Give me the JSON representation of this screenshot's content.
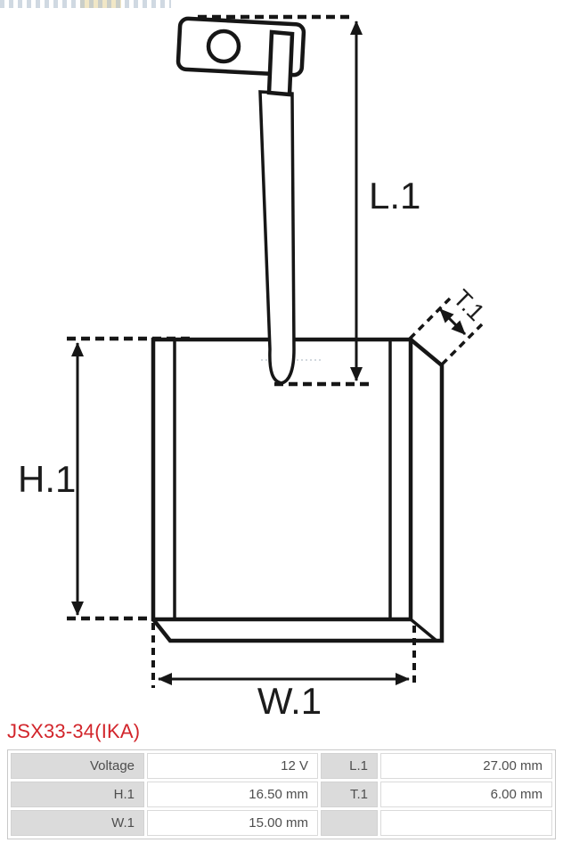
{
  "part": {
    "number": "JSX33-34(IKA)"
  },
  "drawing": {
    "type": "technical-line-diagram",
    "subject": "starter motor carbon brush with lead wire and ring terminal",
    "dimension_labels": {
      "length": "L.1",
      "height": "H.1",
      "width": "W.1",
      "thickness": "T.1"
    }
  },
  "specs": {
    "rows": [
      {
        "label1": "Voltage",
        "value1": "12 V",
        "label2": "L.1",
        "value2": "27.00 mm"
      },
      {
        "label1": "H.1",
        "value1": "16.50 mm",
        "label2": "T.1",
        "value2": "6.00 mm"
      },
      {
        "label1": "W.1",
        "value1": "15.00 mm",
        "label2": "",
        "value2": ""
      }
    ]
  },
  "colors": {
    "accent_red": "#d2252b",
    "line_color": "#161616",
    "table_label_bg": "#dbdbdb",
    "table_border": "#c9c9c9",
    "table_text": "#4e4e4e"
  }
}
